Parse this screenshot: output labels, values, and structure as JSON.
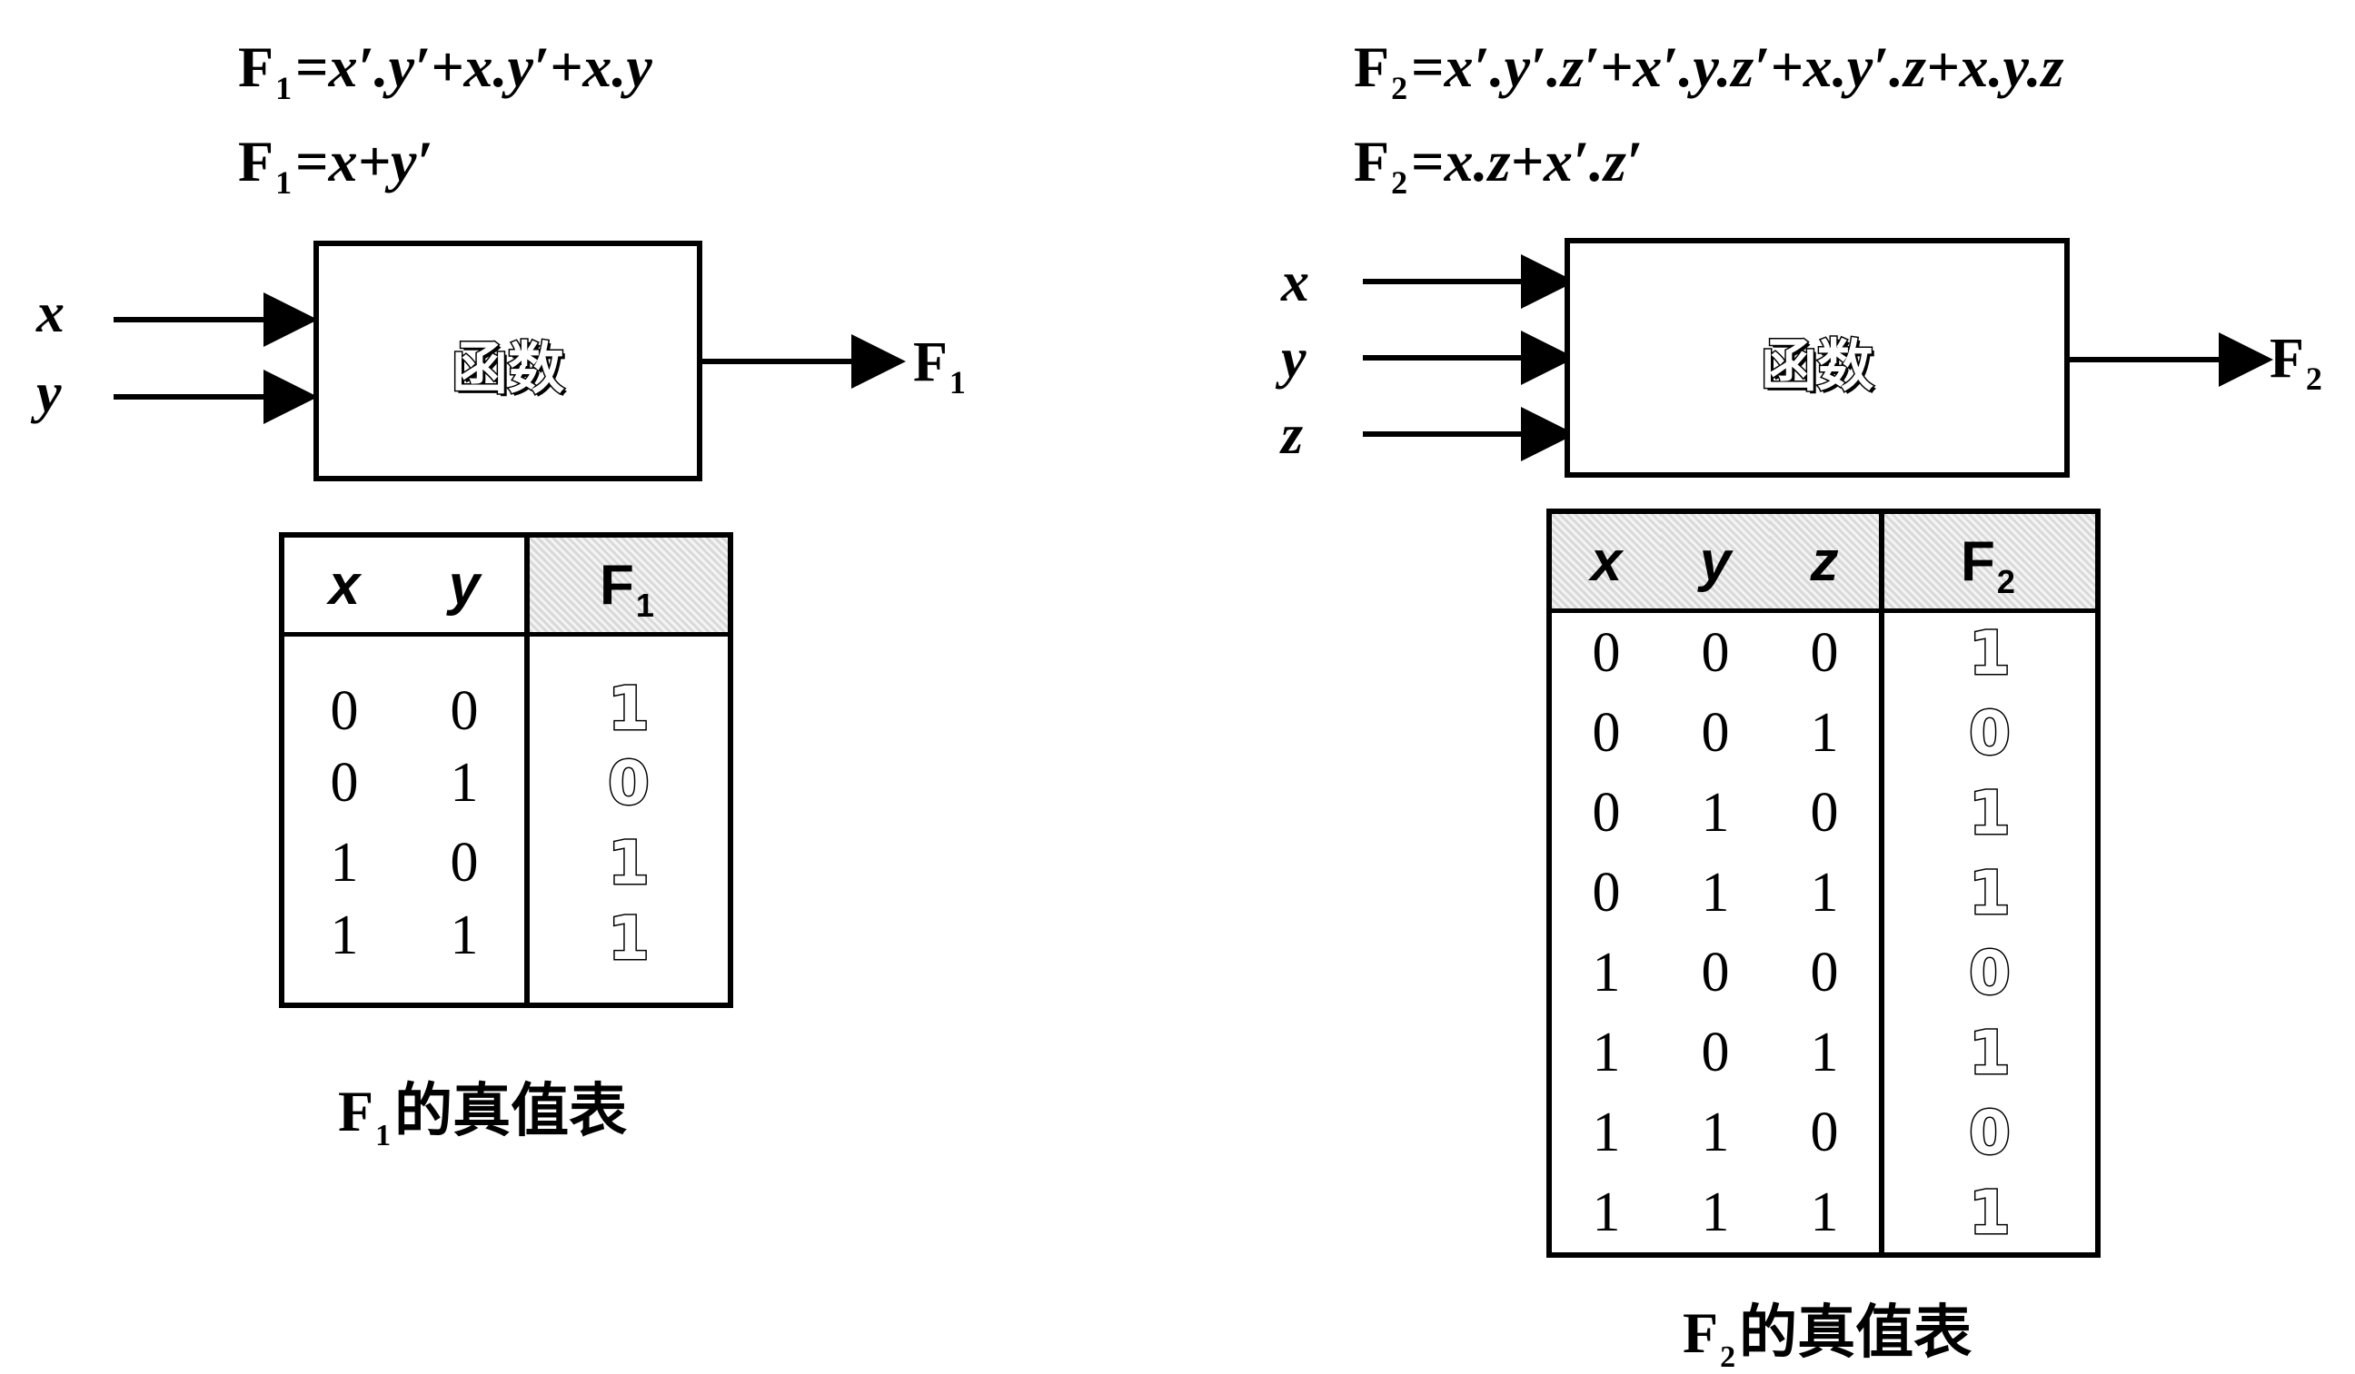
{
  "f1": {
    "eq1": "x′.y′+x.y′+x.y",
    "eq2": "x+y′",
    "inputs": [
      "x",
      "y"
    ],
    "box_label": "函数",
    "output_sub": "1",
    "headers": [
      "x",
      "y"
    ],
    "rows": [
      [
        "0",
        "0",
        "1"
      ],
      [
        "0",
        "1",
        "0"
      ],
      [
        "1",
        "0",
        "1"
      ],
      [
        "1",
        "1",
        "1"
      ]
    ],
    "caption_text": "的真值表"
  },
  "f2": {
    "eq1": "x′.y′.z′+x′.y.z′+x.y′.z+x.y.z",
    "eq2": "x.z+x′.z′",
    "inputs": [
      "x",
      "y",
      "z"
    ],
    "box_label": "函数",
    "output_sub": "2",
    "headers": [
      "x",
      "y",
      "z"
    ],
    "rows": [
      [
        "0",
        "0",
        "0",
        "1"
      ],
      [
        "0",
        "0",
        "1",
        "0"
      ],
      [
        "0",
        "1",
        "0",
        "1"
      ],
      [
        "0",
        "1",
        "1",
        "1"
      ],
      [
        "1",
        "0",
        "0",
        "0"
      ],
      [
        "1",
        "0",
        "1",
        "1"
      ],
      [
        "1",
        "1",
        "0",
        "0"
      ],
      [
        "1",
        "1",
        "1",
        "1"
      ]
    ],
    "caption_text": "的真值表"
  },
  "symbols": {
    "F": "F"
  }
}
